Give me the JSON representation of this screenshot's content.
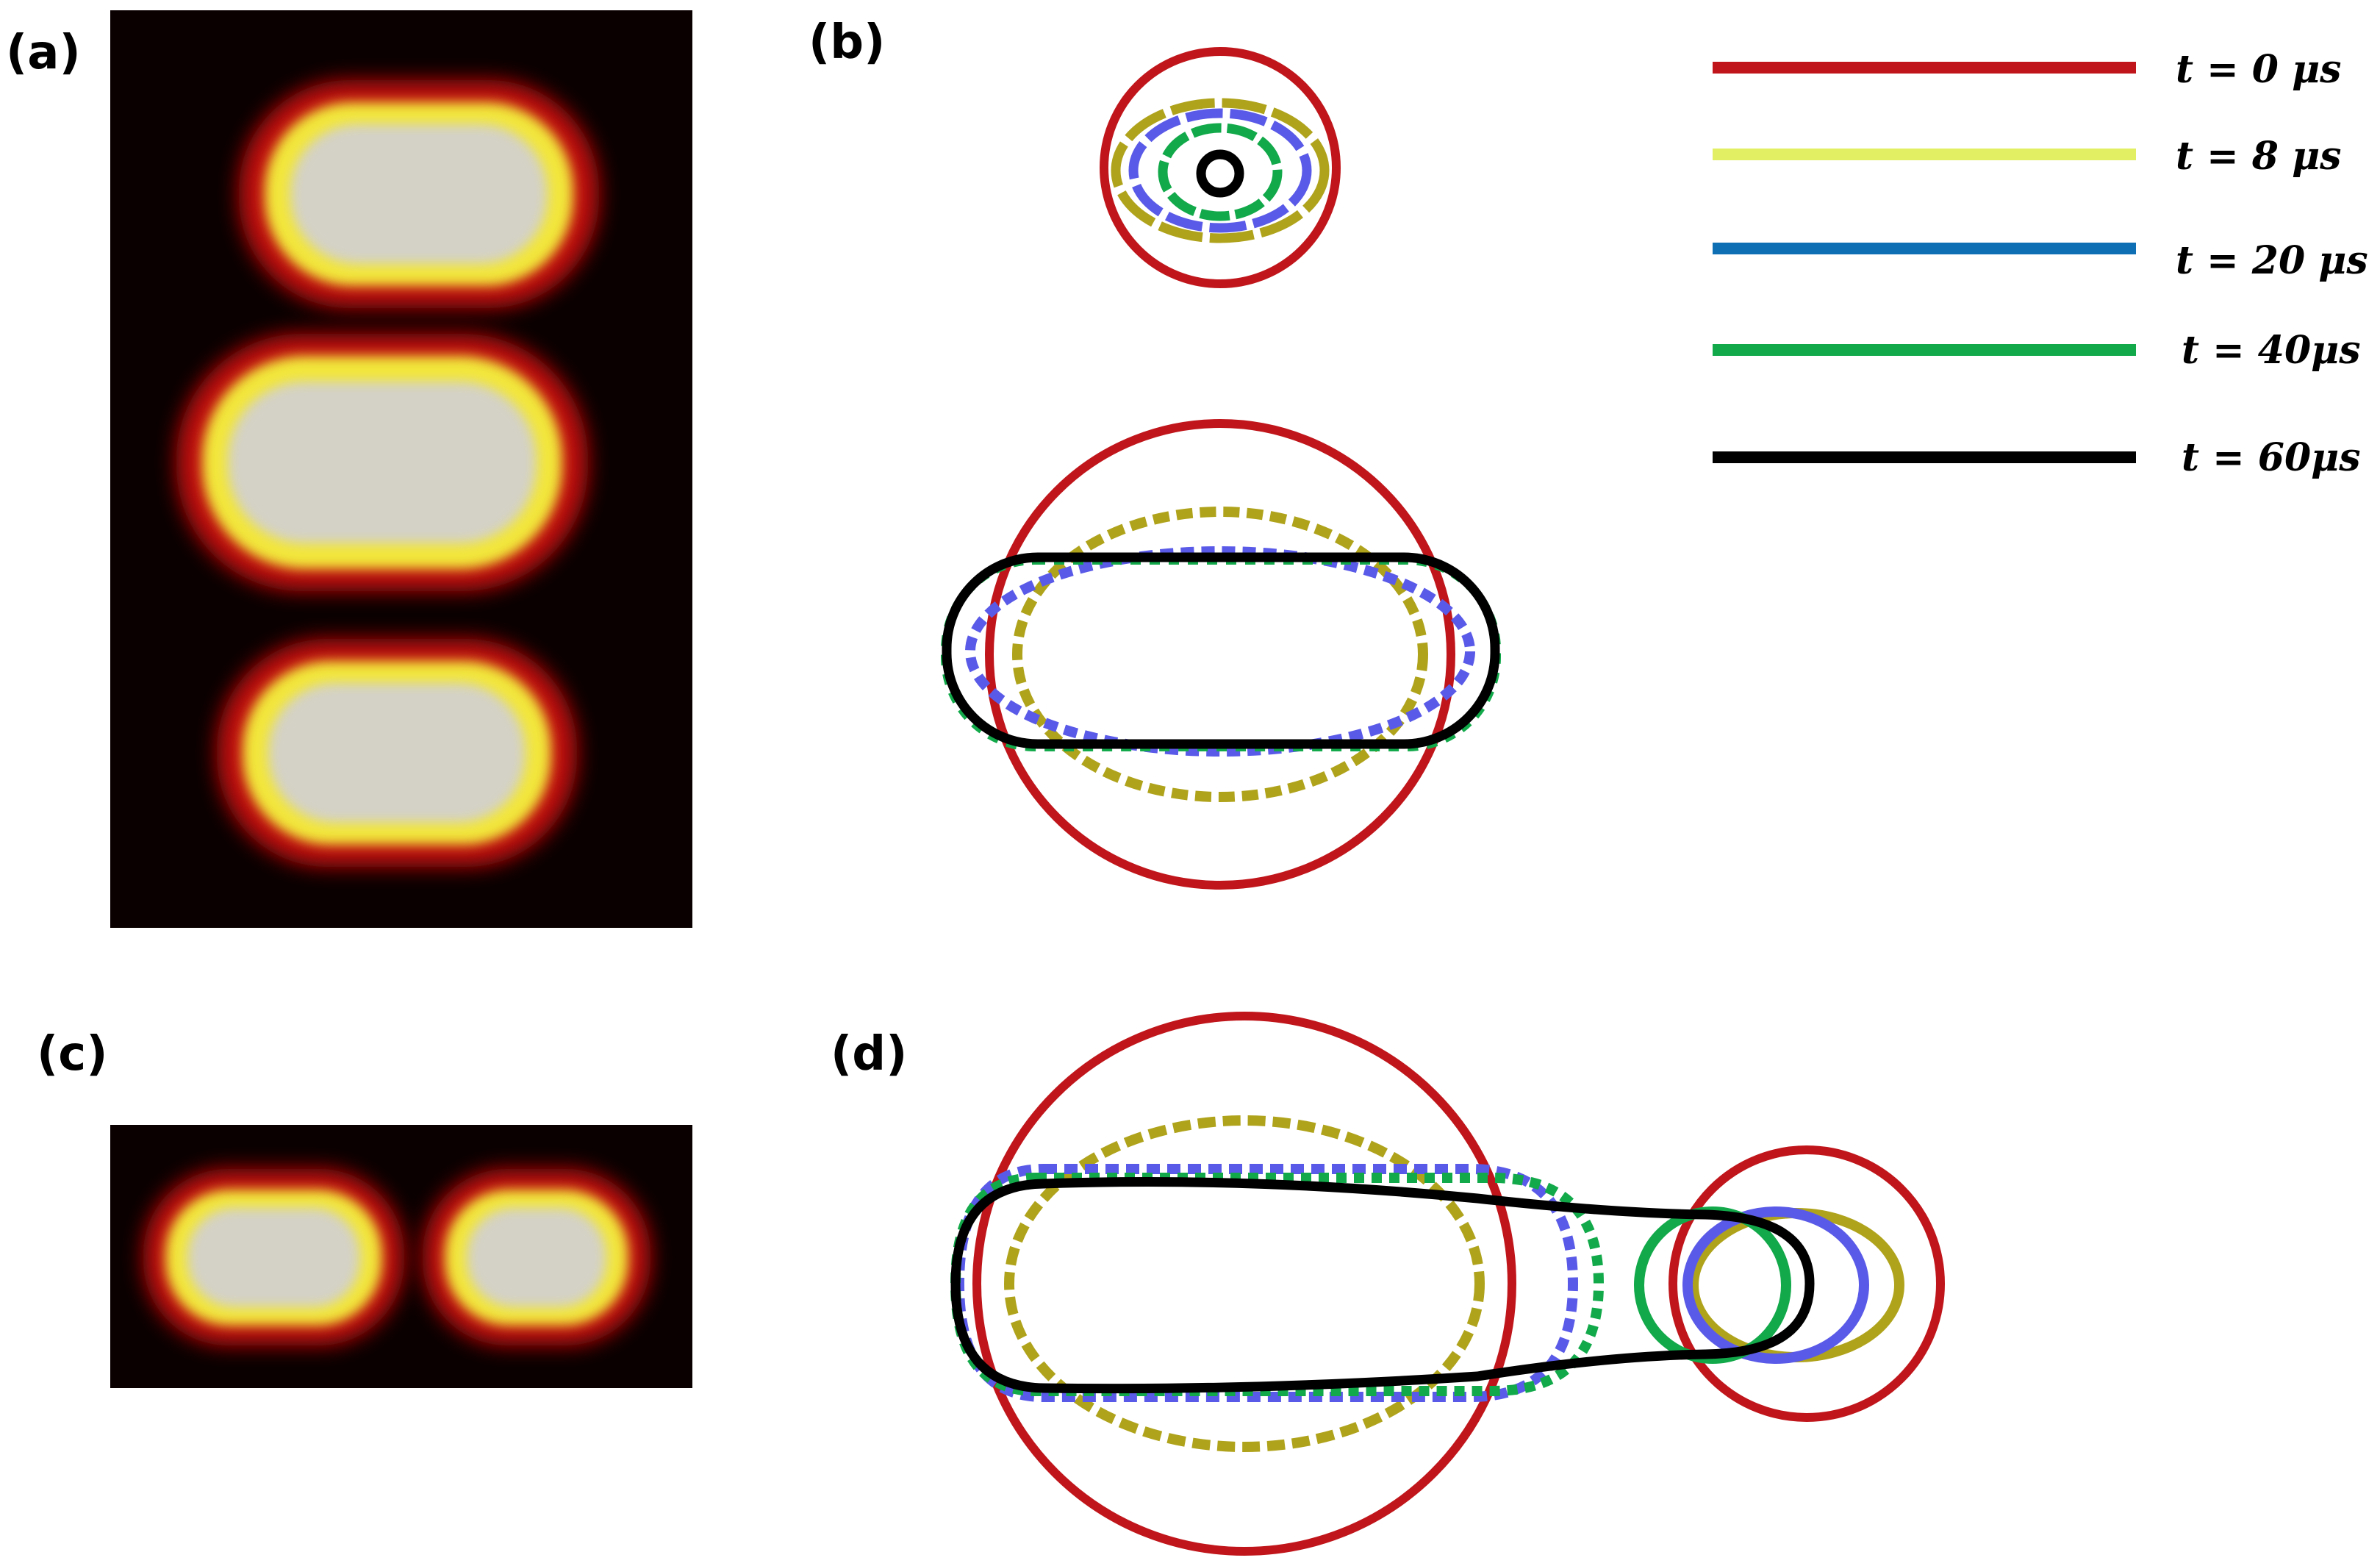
{
  "panels": {
    "a": "(a)",
    "b": "(b)",
    "c": "(c)",
    "d": "(d)"
  },
  "legend": [
    {
      "label": "t = 0 μs",
      "color": "#c0161b"
    },
    {
      "label": "t = 8 μs",
      "color": "#e2ef63"
    },
    {
      "label": "t = 20 μs",
      "color": "#0f6fb5"
    },
    {
      "label": "t = 40μs",
      "color": "#12a94a"
    },
    {
      "label": "t = 60μs",
      "color": "#000000"
    }
  ],
  "contour_colors": {
    "t0": "#c0161b",
    "t8": "#b0a31c",
    "t20": "#5a5ae8",
    "t40": "#12a94a",
    "t60": "#000000"
  },
  "photo_colors": {
    "background": "#0a0000",
    "halo": "#c01008",
    "rim": "#f2e63a",
    "core": "#d4d2c6"
  }
}
